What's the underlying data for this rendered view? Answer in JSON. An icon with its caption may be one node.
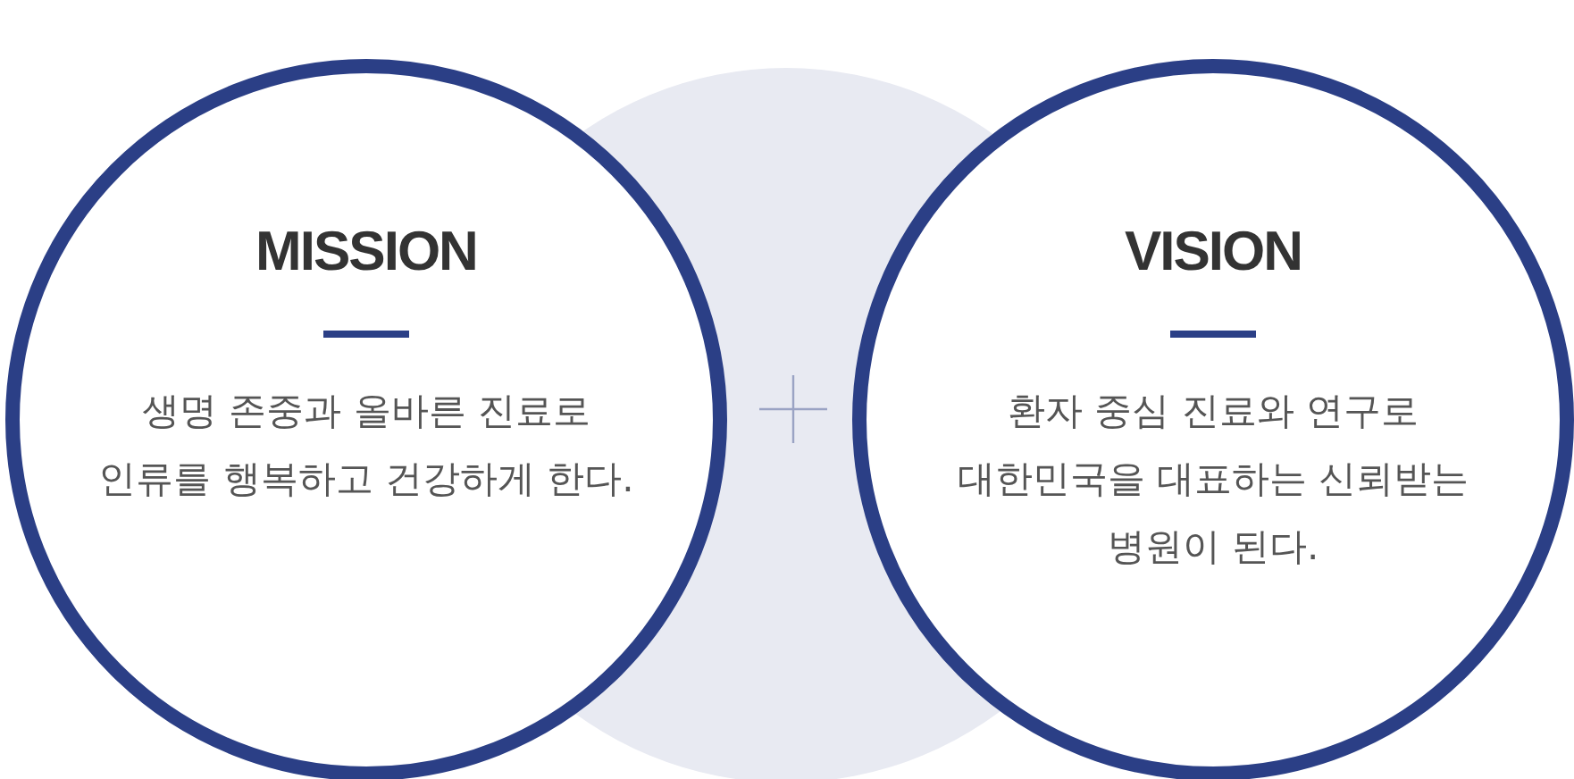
{
  "diagram": {
    "nodes": [
      {
        "text": [
          "MISSION",
          "생명 존중과 올바른 진료로 인류를 행복하고 건강하게 한다."
        ]
      },
      {
        "text": [
          "VISION",
          "환자 중심 진료와 연구로 대한민국을 대표하는 신뢰받는 병원이 된다."
        ]
      }
    ]
  }
}
